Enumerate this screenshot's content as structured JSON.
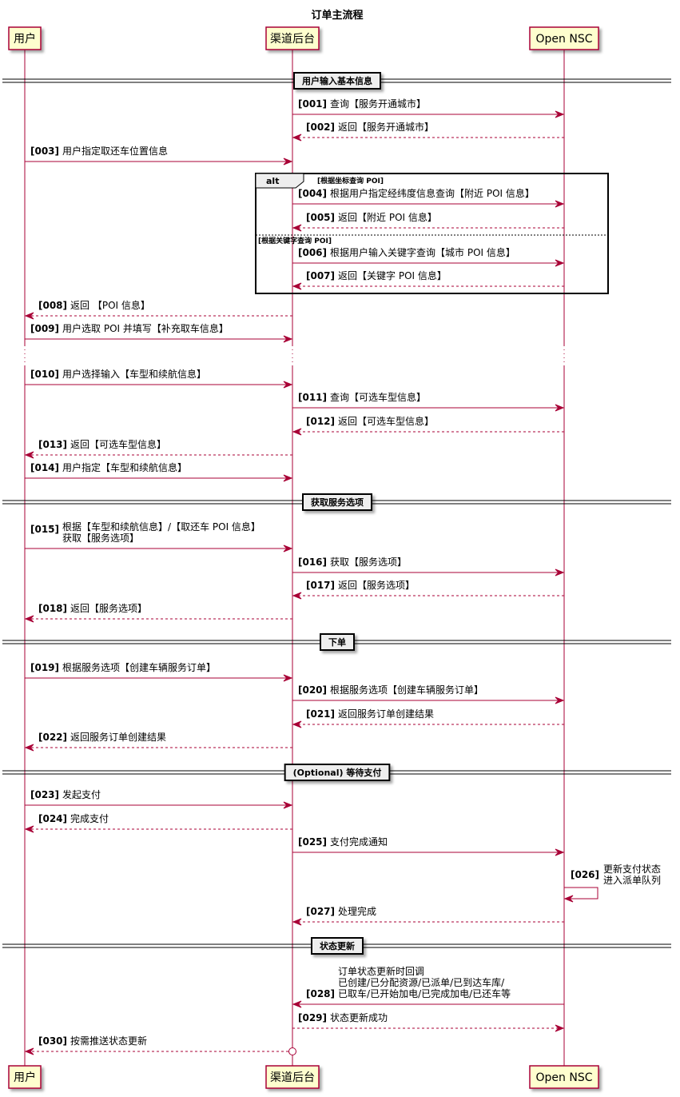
{
  "title": "订单主流程",
  "participants": [
    {
      "id": "user",
      "label": "用户"
    },
    {
      "id": "channel",
      "label": "渠道后台"
    },
    {
      "id": "nsc",
      "label": "Open NSC"
    }
  ],
  "dividers": [
    {
      "id": "d1",
      "label": "用户输入基本信息"
    },
    {
      "id": "d2",
      "label": "获取服务选项"
    },
    {
      "id": "d3",
      "label": "下单"
    },
    {
      "id": "d4",
      "label": "(Optional) 等待支付"
    },
    {
      "id": "d5",
      "label": "状态更新"
    }
  ],
  "alt_group": {
    "keyword": "alt",
    "branches": [
      "[根据坐标查询 POI]",
      "[根据关键字查询 POI]"
    ]
  },
  "messages": [
    {
      "num": "[001]",
      "text": [
        "查询【服务开通城市】"
      ],
      "from": "channel",
      "to": "nsc",
      "dashed": false
    },
    {
      "num": "[002]",
      "text": [
        "返回【服务开通城市】"
      ],
      "from": "nsc",
      "to": "channel",
      "dashed": true
    },
    {
      "num": "[003]",
      "text": [
        "用户指定取还车位置信息"
      ],
      "from": "user",
      "to": "channel",
      "dashed": false
    },
    {
      "num": "[004]",
      "text": [
        "根据用户指定经纬度信息查询【附近 POI 信息】"
      ],
      "from": "channel",
      "to": "nsc",
      "dashed": false
    },
    {
      "num": "[005]",
      "text": [
        "返回【附近 POI 信息】"
      ],
      "from": "nsc",
      "to": "channel",
      "dashed": true
    },
    {
      "num": "[006]",
      "text": [
        "根据用户输入关键字查询【城市 POI 信息】"
      ],
      "from": "channel",
      "to": "nsc",
      "dashed": false
    },
    {
      "num": "[007]",
      "text": [
        "返回【关键字 POI 信息】"
      ],
      "from": "nsc",
      "to": "channel",
      "dashed": true
    },
    {
      "num": "[008]",
      "text": [
        "返回 【POI 信息】"
      ],
      "from": "channel",
      "to": "user",
      "dashed": true
    },
    {
      "num": "[009]",
      "text": [
        "用户选取 POI 并填写【补充取车信息】"
      ],
      "from": "user",
      "to": "channel",
      "dashed": false
    },
    {
      "num": "[010]",
      "text": [
        "用户选择输入【车型和续航信息】"
      ],
      "from": "user",
      "to": "channel",
      "dashed": false
    },
    {
      "num": "[011]",
      "text": [
        "查询【可选车型信息】"
      ],
      "from": "channel",
      "to": "nsc",
      "dashed": false
    },
    {
      "num": "[012]",
      "text": [
        "返回【可选车型信息】"
      ],
      "from": "nsc",
      "to": "channel",
      "dashed": true
    },
    {
      "num": "[013]",
      "text": [
        "返回【可选车型信息】"
      ],
      "from": "channel",
      "to": "user",
      "dashed": true
    },
    {
      "num": "[014]",
      "text": [
        "用户指定【车型和续航信息】"
      ],
      "from": "user",
      "to": "channel",
      "dashed": false
    },
    {
      "num": "[015]",
      "text": [
        "根据【车型和续航信息】/【取还车 POI 信息】",
        "获取【服务选项】"
      ],
      "from": "user",
      "to": "channel",
      "dashed": false
    },
    {
      "num": "[016]",
      "text": [
        "获取【服务选项】"
      ],
      "from": "channel",
      "to": "nsc",
      "dashed": false
    },
    {
      "num": "[017]",
      "text": [
        "返回【服务选项】"
      ],
      "from": "nsc",
      "to": "channel",
      "dashed": true
    },
    {
      "num": "[018]",
      "text": [
        "返回【服务选项】"
      ],
      "from": "channel",
      "to": "user",
      "dashed": true
    },
    {
      "num": "[019]",
      "text": [
        "根据服务选项【创建车辆服务订单】"
      ],
      "from": "user",
      "to": "channel",
      "dashed": false
    },
    {
      "num": "[020]",
      "text": [
        "根据服务选项【创建车辆服务订单】"
      ],
      "from": "channel",
      "to": "nsc",
      "dashed": false
    },
    {
      "num": "[021]",
      "text": [
        "返回服务订单创建结果"
      ],
      "from": "nsc",
      "to": "channel",
      "dashed": true
    },
    {
      "num": "[022]",
      "text": [
        "返回服务订单创建结果"
      ],
      "from": "channel",
      "to": "user",
      "dashed": true
    },
    {
      "num": "[023]",
      "text": [
        "发起支付"
      ],
      "from": "user",
      "to": "channel",
      "dashed": false
    },
    {
      "num": "[024]",
      "text": [
        "完成支付"
      ],
      "from": "channel",
      "to": "user",
      "dashed": true
    },
    {
      "num": "[025]",
      "text": [
        "支付完成通知"
      ],
      "from": "channel",
      "to": "nsc",
      "dashed": false
    },
    {
      "num": "[026]",
      "text": [
        "更新支付状态",
        "进入派单队列"
      ],
      "from": "nsc",
      "to": "nsc",
      "dashed": false
    },
    {
      "num": "[027]",
      "text": [
        "处理完成"
      ],
      "from": "nsc",
      "to": "channel",
      "dashed": true
    },
    {
      "num": "[028]",
      "text": [
        "订单状态更新时回调",
        "已创建/已分配资源/已派单/已到达车库/",
        "已取车/已开始加电/已完成加电/已还车等"
      ],
      "from": "nsc",
      "to": "channel",
      "dashed": false
    },
    {
      "num": "[029]",
      "text": [
        "状态更新成功"
      ],
      "from": "channel",
      "to": "nsc",
      "dashed": true
    },
    {
      "num": "[030]",
      "text": [
        "按需推送状态更新"
      ],
      "from": "channel",
      "to": "user",
      "dashed": true,
      "origin_circle": true
    }
  ],
  "colors": {
    "arrow": "#A80036",
    "participant_fill": "#FEFECE",
    "divider_fill": "#EEEEEE",
    "text": "#000000"
  }
}
